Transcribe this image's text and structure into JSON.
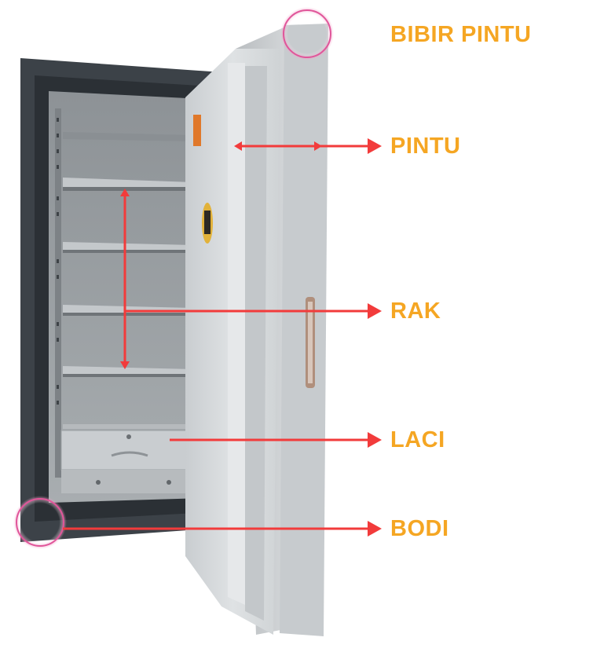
{
  "labels": {
    "bibir_pintu": "BIBIR PINTU",
    "pintu": "PINTU",
    "rak": "RAK",
    "laci": "LACI",
    "bodi": "BODI"
  },
  "colors": {
    "label": "#f5a623",
    "arrow": "#f23b3b",
    "highlight_ring": "#e0569a",
    "safe_body": "#3c4248",
    "safe_door": "#d3d6d8",
    "interior": "#9ea3a6"
  }
}
